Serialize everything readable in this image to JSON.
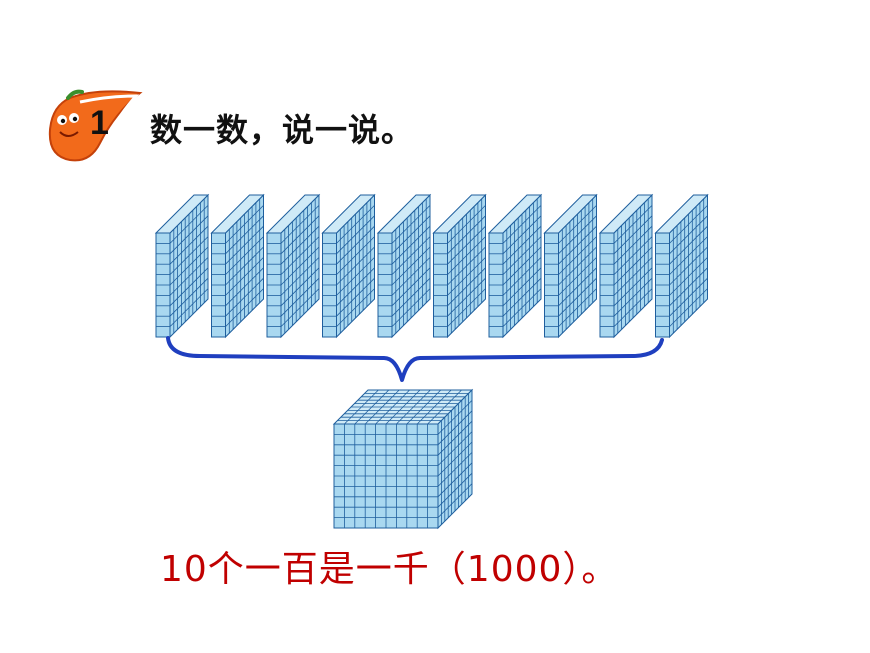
{
  "heading": {
    "number": "1",
    "title": "数一数，说一说。",
    "mascot_icon": "chili-pepper-mascot-icon"
  },
  "figure": {
    "flat_count": 10,
    "flat_grid": 10,
    "cube_grid": 10,
    "colors": {
      "fill": "#a9d8f0",
      "top": "#cfeaf7",
      "line": "#1f5f9e",
      "brace": "#1f3fbf"
    }
  },
  "caption": "10个一百是一千（1000）。"
}
